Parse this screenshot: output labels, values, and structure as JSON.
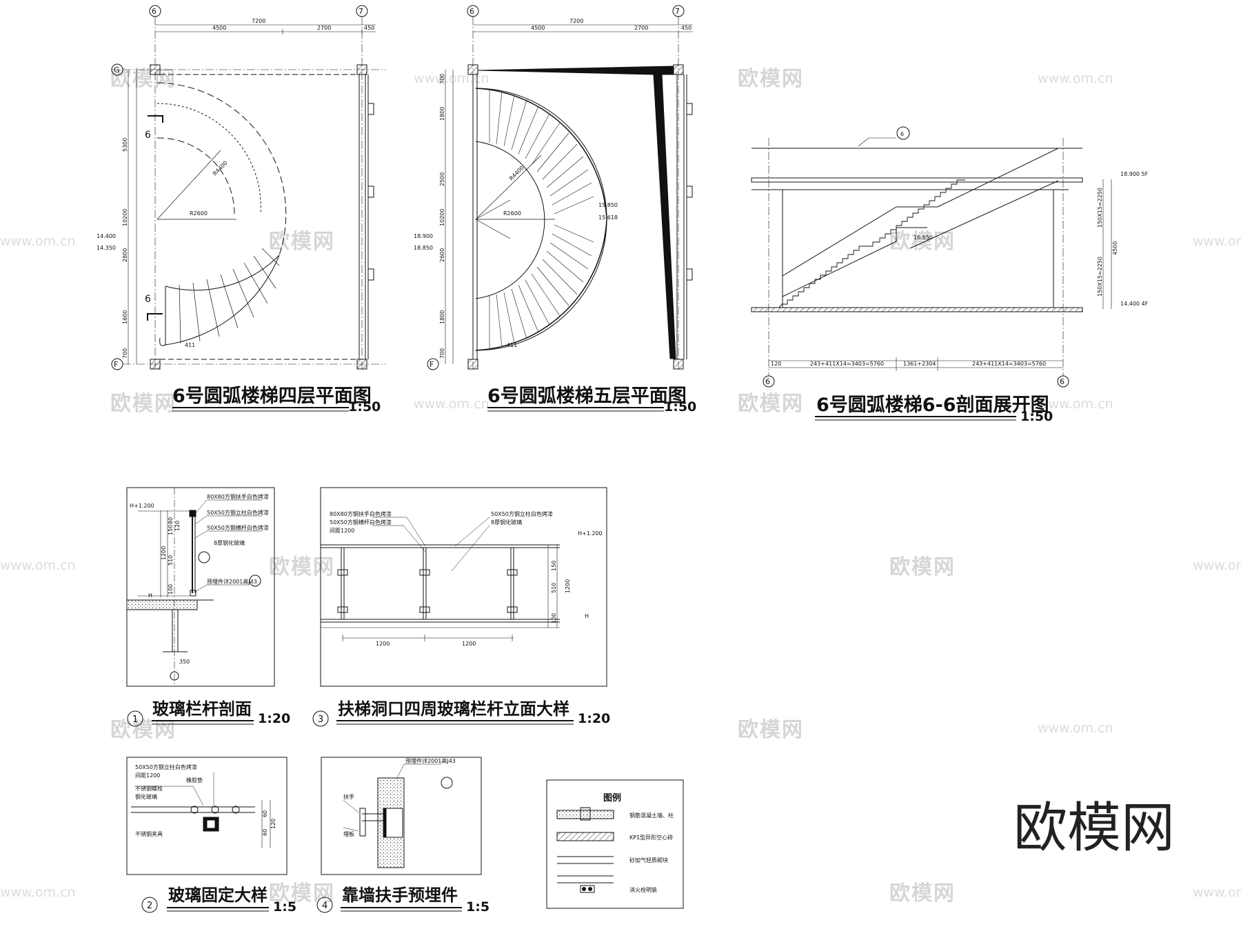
{
  "titles": {
    "plan4": "6号圆弧楼梯四层平面图",
    "plan5": "6号圆弧楼梯五层平面图",
    "section": "6号圆弧楼梯6-6剖面展开图",
    "detail1": "玻璃栏杆剖面",
    "detail3": "扶梯洞口四周玻璃栏杆立面大样",
    "detail2": "玻璃固定大样",
    "detail4": "靠墙扶手预埋件",
    "legend": "图例"
  },
  "scales": {
    "s50": "1:50",
    "s20": "1:20",
    "s5": "1:5"
  },
  "detail_numbers": {
    "d1": "1",
    "d2": "2",
    "d3": "3",
    "d4": "4"
  },
  "grid": {
    "g6": "6",
    "g7": "7",
    "gG": "G",
    "gF": "F"
  },
  "dims": {
    "total_width": "7200",
    "w4500": "4500",
    "w2700": "2700",
    "w450": "450",
    "d5300": "5300",
    "d10200": "10200",
    "d2800": "2800",
    "d1600": "1600",
    "d700": "700",
    "d1800": "1800",
    "d2500": "2500",
    "d2600": "2600",
    "r4400": "R4400",
    "r2600": "R2600",
    "tread": "411",
    "sec_h1": "150X15=2250",
    "sec_h2": "150X15=2250",
    "sec_total": "4500",
    "sec_b1": "243+411X14=3403=5760",
    "sec_b2": "1361+2304",
    "sec_b3": "243+411X14=3403=5760",
    "sec_120": "120",
    "rail_1200a": "1200",
    "rail_1200b": "1200",
    "h1200": "1200",
    "h510": "510",
    "h150": "150",
    "h120": "120",
    "h80": "80",
    "h100": "100",
    "h350": "350",
    "g60a": "60",
    "g60b": "60",
    "g120": "120"
  },
  "levels": {
    "l14400": "14.400",
    "l14350": "14.350",
    "l18900": "18.900",
    "l18850": "18.850",
    "l15850": "15.850",
    "l15618": "15.618",
    "l16650": "16.650",
    "s18900": "18.900  5F",
    "s14400": "14.400  4F",
    "hplus": "H+1.200",
    "h": "H"
  },
  "notes": {
    "section_mark": "6",
    "plan_cut": "6",
    "rail_80": "80X80方钢扶手白色烤漆",
    "rail_50a": "50X50方钢立柱白色烤漆",
    "rail_50b": "50X50方钢横杆白色烤漆",
    "rail_glass": "8厚钢化玻璃",
    "rail_embed": "预埋件详2001高J43",
    "rail_spacing": "间距1200",
    "fix_50": "50X50方钢立柱白色烤漆",
    "fix_spacing": "间距1200",
    "fix_bolt": "不锈钢螺栓",
    "fix_pad": "橡胶垫",
    "fix_glass": "钢化玻璃",
    "fix_clip": "不锈钢夹具",
    "wall_embed": "预埋件详2001高J43",
    "wall_rail": "扶手",
    "wall_plate": "埋板",
    "legend_1": "钢筋混凝土墙、柱",
    "legend_2": "KP1型异形空心砖",
    "legend_3": "砂加气轻质砌块",
    "legend_4": "消火栓明装"
  },
  "watermark": {
    "brand": "欧模网",
    "url": "www.om.cn",
    "logo": "欧模网"
  }
}
